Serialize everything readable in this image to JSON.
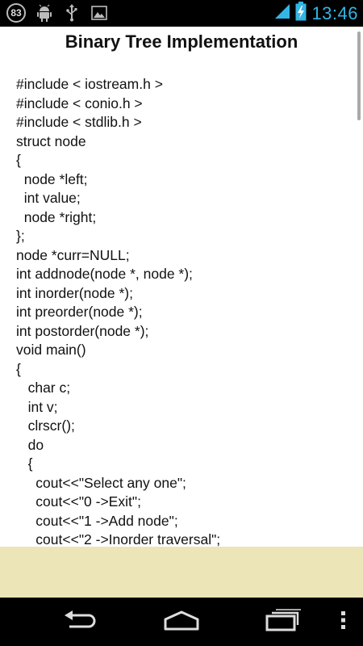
{
  "status_bar": {
    "notification_count": "83",
    "time": "13:46",
    "icons": [
      "android-debug-icon",
      "usb-icon",
      "image-icon",
      "signal-icon",
      "battery-charging-icon"
    ]
  },
  "page": {
    "title": "Binary Tree Implementation"
  },
  "code_lines": [
    "#include < iostream.h >",
    "#include < conio.h >",
    "#include < stdlib.h >",
    "struct node",
    "{",
    "  node *left;",
    "  int value;",
    "  node *right;",
    "};",
    "node *curr=NULL;",
    "int addnode(node *, node *);",
    "int inorder(node *);",
    "int preorder(node *);",
    "int postorder(node *);",
    "void main()",
    "{",
    "   char c;",
    "   int v;",
    "   clrscr();",
    "   do",
    "   {",
    "     cout<<\"Select any one\";",
    "     cout<<\"0 ->Exit\";",
    "     cout<<\"1 ->Add node\";",
    "     cout<<\"2 ->Inorder traversal\";"
  ],
  "nav_bar": {
    "icons": [
      "back-icon",
      "home-icon",
      "recent-apps-icon",
      "menu-overflow-icon"
    ]
  },
  "colors": {
    "clock": "#33b5e5",
    "ad_background": "#ebe5b8"
  }
}
